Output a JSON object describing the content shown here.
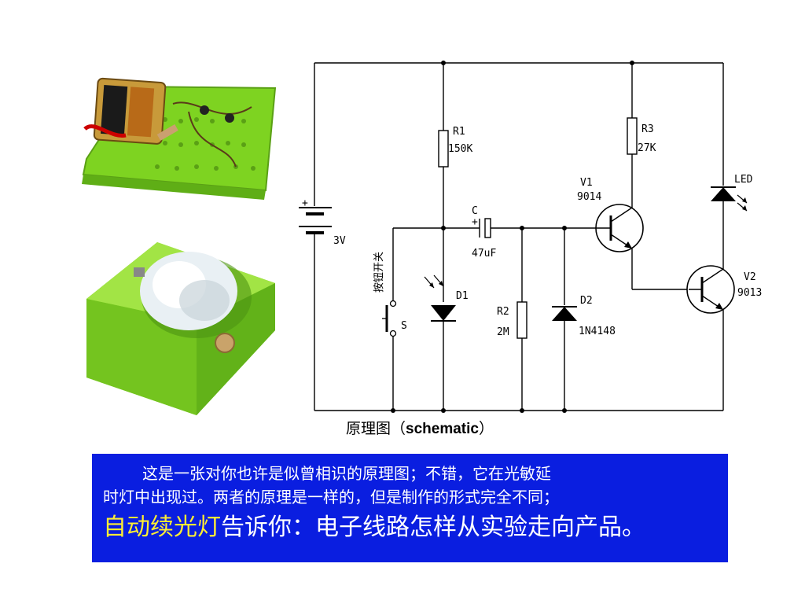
{
  "caption": {
    "cn": "原理图（",
    "en": "schematic",
    "close": "）"
  },
  "labels": {
    "battery_plus": "+",
    "battery_voltage": "3V",
    "switch_name": "按钮开关",
    "switch_ref": "S",
    "r1_ref": "R1",
    "r1_val": "150K",
    "r2_ref": "R2",
    "r2_val": "2M",
    "r3_ref": "R3",
    "r3_val": "27K",
    "c_ref": "C",
    "c_plus": "+",
    "c_val": "47uF",
    "d1_ref": "D1",
    "d2_ref": "D2",
    "d2_val": "1N4148",
    "v1_ref": "V1",
    "v1_val": "9014",
    "v2_ref": "V2",
    "v2_val": "9013",
    "led_ref": "LED"
  },
  "description": {
    "line1": "这是一张对你也许是似曾相识的原理图；不错，它在光敏延",
    "line2": "时灯中出现过。两者的原理是一样的，但是制作的形式完全不同；",
    "line3_highlight": "自动续光灯",
    "line3_rest": "告诉你：电子线路怎样从实验走向产品。"
  },
  "colors": {
    "box_bg": "#0a1ee0",
    "highlight": "#ffee33",
    "board_green": "#7ed321"
  }
}
